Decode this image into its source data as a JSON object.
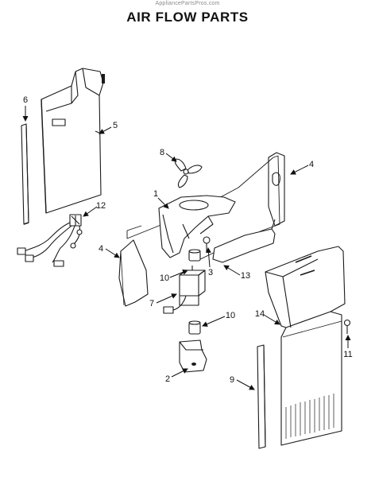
{
  "watermark": "AppliancePartsPros.com",
  "title": "AIR FLOW PARTS",
  "callouts": [
    {
      "id": "6",
      "label": "6"
    },
    {
      "id": "5",
      "label": "5"
    },
    {
      "id": "8",
      "label": "8"
    },
    {
      "id": "4a",
      "label": "4"
    },
    {
      "id": "1",
      "label": "1"
    },
    {
      "id": "12",
      "label": "12"
    },
    {
      "id": "4b",
      "label": "4"
    },
    {
      "id": "3",
      "label": "3"
    },
    {
      "id": "10a",
      "label": "10"
    },
    {
      "id": "13",
      "label": "13"
    },
    {
      "id": "7",
      "label": "7"
    },
    {
      "id": "10b",
      "label": "10"
    },
    {
      "id": "14",
      "label": "14"
    },
    {
      "id": "11",
      "label": "11"
    },
    {
      "id": "2",
      "label": "2"
    },
    {
      "id": "9",
      "label": "9"
    }
  ]
}
